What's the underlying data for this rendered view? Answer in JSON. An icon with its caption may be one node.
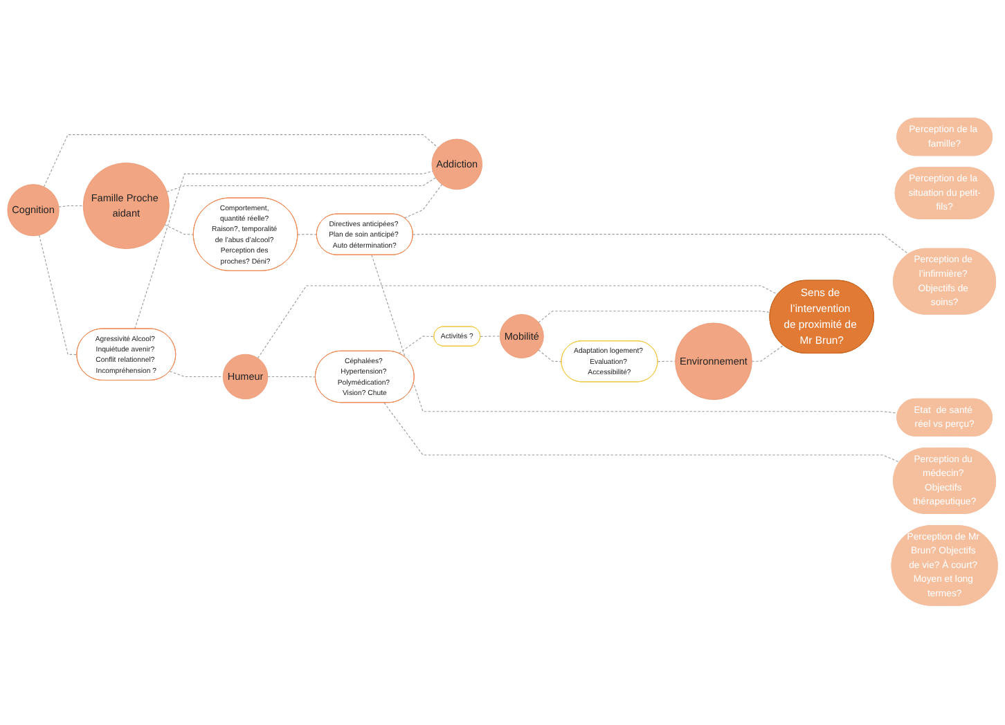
{
  "diagram": {
    "nodes": [
      {
        "text": [
          "Sens de l’intervention de proximité de Mr Brun?"
        ]
      },
      {
        "text": [
          "Perception de la famille?"
        ]
      },
      {
        "text": [
          "Perception de la situation du petit-fils?"
        ]
      },
      {
        "text": [
          "Perception de l’infirmière? Objectifs de soins?"
        ]
      },
      {
        "text": [
          "Etat  de santé réel vs perçu?"
        ]
      },
      {
        "text": [
          "Perception du médecin? Objectifs thérapeutique?"
        ]
      },
      {
        "text": [
          "Perception de Mr Brun? Objectifs de vie? À court? Moyen et long termes?"
        ]
      },
      {
        "text": [
          "Cognition"
        ]
      },
      {
        "text": [
          "Famille Proche aidant"
        ]
      },
      {
        "text": [
          "Addiction"
        ]
      },
      {
        "text": [
          "Humeur"
        ]
      },
      {
        "text": [
          "Environnement"
        ]
      },
      {
        "text": [
          "Mobilité"
        ]
      },
      {
        "text": [
          "Agressivité Alcool? Inquiétude avenir? Conflit relationnel? Incompréhension ?"
        ]
      },
      {
        "text": [
          "Comportement, quantité réelle? Raison?, temporalité de l’abus d’alcool? Perception des proches? Déni?"
        ]
      },
      {
        "text": [
          "Directives anticipées? Plan de soin anticipé? Auto détermination?"
        ]
      },
      {
        "text": [
          "Céphalées? Hypertension? Polymédication? Vision? Chute"
        ]
      },
      {
        "text": [
          "Activités ?"
        ]
      },
      {
        "text": [
          "Adaptation logement? Evaluation? Accessibilité?"
        ]
      }
    ],
    "edges": [
      {
        "from": 7,
        "to": 13,
        "arrow": "none",
        "style": "dashed"
      },
      {
        "from": 7,
        "to": 8,
        "arrow": "none",
        "style": "dashed"
      },
      {
        "from": 7,
        "to": 9,
        "arrow": "none",
        "style": "dashed"
      },
      {
        "from": 13,
        "to": 10,
        "arrow": "none",
        "style": "dashed"
      },
      {
        "from": 13,
        "to": 9,
        "arrow": "none",
        "style": "dashed"
      },
      {
        "from": 8,
        "to": 14,
        "arrow": "none",
        "style": "dashed"
      },
      {
        "from": 8,
        "to": 9,
        "arrow": "none",
        "style": "dashed"
      },
      {
        "from": 14,
        "to": 15,
        "arrow": "none",
        "style": "dashed"
      },
      {
        "from": 10,
        "to": 0,
        "arrow": "none",
        "style": "dashed"
      },
      {
        "from": 10,
        "to": 16,
        "arrow": "none",
        "style": "dashed"
      },
      {
        "from": 16,
        "to": 5,
        "arrow": "none",
        "style": "dashed"
      },
      {
        "from": 16,
        "to": 17,
        "arrow": "none",
        "style": "dashed"
      },
      {
        "from": 17,
        "to": 12,
        "arrow": "none",
        "style": "dashed"
      },
      {
        "from": 12,
        "to": 18,
        "arrow": "none",
        "style": "dashed"
      },
      {
        "from": 18,
        "to": 11,
        "arrow": "none",
        "style": "dashed"
      },
      {
        "from": 12,
        "to": 0,
        "arrow": "none",
        "style": "dashed"
      },
      {
        "from": 11,
        "to": 0,
        "arrow": "none",
        "style": "dashed"
      },
      {
        "from": 15,
        "to": 9,
        "arrow": "none",
        "style": "dashed"
      },
      {
        "from": 15,
        "to": 3,
        "arrow": "none",
        "style": "dashed"
      },
      {
        "from": 15,
        "to": 4,
        "arrow": "none",
        "style": "dashed"
      }
    ]
  }
}
